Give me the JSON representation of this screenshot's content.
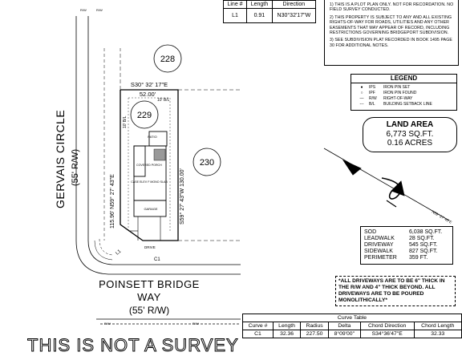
{
  "line_table": {
    "headers": [
      "Line #",
      "Length",
      "Direction"
    ],
    "rows": [
      [
        "L1",
        "0.91",
        "N30°32'17\"W"
      ]
    ]
  },
  "notes": [
    "1) THIS IS A PLOT PLAN ONLY. NOT FOR RECORDATION. NO FIELD SURVEY CONDUCTED.",
    "2) THIS PROPERTY IS SUBJECT TO ANY AND ALL EXISTING RIGHTS-OF-WAY FOR ROADS, UTILITIES AND ANY OTHER EASEMENTS THAT MAY APPEAR OF RECORD, INCLUDING RESTRICTIONS GOVERNING BRIDGEPORT SUBDIVISION.",
    "3) SEE SUBDIVISION PLAT RECORDED IN BOOK 1495 PAGE 30 FOR ADDITIONAL NOTES."
  ],
  "legend": {
    "title": "LEGEND",
    "items": [
      {
        "code": "IPS",
        "desc": "IRON PIN SET"
      },
      {
        "code": "IPF",
        "desc": "IRON PIN FOUND"
      },
      {
        "code": "R/W",
        "desc": "RIGHT-OF-WAY"
      },
      {
        "code": "B/L",
        "desc": "BUILDING SETBACK LINE"
      }
    ]
  },
  "land_area": {
    "title": "LAND AREA",
    "sqft": "6,773 SQ.FT.",
    "acres": "0.16 ACRES"
  },
  "quantities": [
    {
      "label": "SOD",
      "value": "6,038 SQ.FT."
    },
    {
      "label": "LEADWALK",
      "value": "28 SQ.FT."
    },
    {
      "label": "DRIVEWAY",
      "value": "545 SQ.FT."
    },
    {
      "label": "SIDEWALK",
      "value": "827 SQ.FT."
    },
    {
      "label": "PERIMETER",
      "value": "359 FT."
    }
  ],
  "driveway_note": "*ALL DRIVEWAYS ARE TO BE 6\" THICK IN THE R/W AND 4\" THICK BEYOND. ALL DRIVEWAYS ARE TO BE POURED MONOLITHICALLY*",
  "curve_table": {
    "title": "Curve Table",
    "headers": [
      "Curve #",
      "Length",
      "Radius",
      "Delta",
      "Chord Direction",
      "Chord Length"
    ],
    "rows": [
      [
        "C1",
        "32.36",
        "227.50",
        "8°09'00\"",
        "S34°36'47\"E",
        "32.33"
      ]
    ]
  },
  "plan": {
    "lots": [
      "228",
      "229",
      "230"
    ],
    "street_west": "GERVAIS CIRCLE",
    "street_west_rw": "(55' R/W)",
    "street_south_1": "POINSETT BRIDGE",
    "street_south_2": "WAY",
    "street_south_rw": "(55' R/W)",
    "bearing_top": "S30° 32' 17\"E",
    "dist_top": "52.00'",
    "bearing_left": "115.96' N59° 27' 43\"E",
    "bearing_right": "S59° 27' 43\"W  130.00'",
    "setback_side": "10' B/L",
    "setback_front": "10' B/L",
    "porch_label": "COVERED PORCH",
    "house_label": "CASE ELEV F MONO SLAB",
    "patio_label": "PATIO",
    "garage_label": "GARAGE",
    "drive_label": "DRIVE",
    "c1_label": "C1",
    "l1_label": "L1",
    "rw_label": "R/W",
    "north_bearing": "N59° 27' 43\"E"
  },
  "watermark": "THIS IS NOT A SURVEY"
}
